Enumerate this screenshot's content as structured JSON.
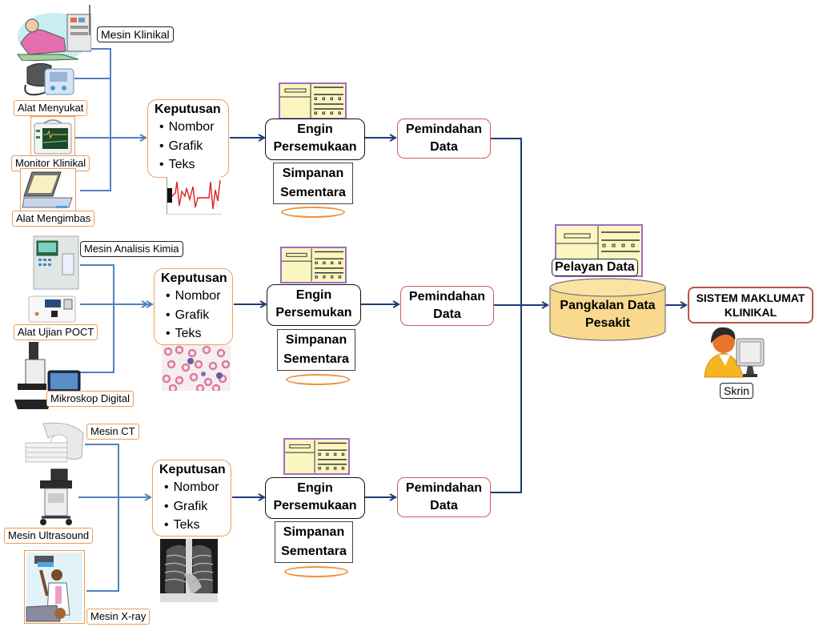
{
  "diagram": {
    "title": "",
    "colors": {
      "input_wire": "#4f81bd",
      "output_wire": "#1f3a7a",
      "orange_border": "#f09a52",
      "transfer_border": "#d05a5a",
      "system_border": "#c0504d",
      "form_fill": "#fbf6c0",
      "form_border": "#9b6fc6",
      "db_fill": "#f9d98e"
    },
    "rows": [
      {
        "devices": [
          {
            "label": "Mesin Klinikal",
            "icon": "dialysis-patient-icon"
          },
          {
            "label": "Alat Menyukat",
            "icon": "blood-pressure-monitor-icon"
          },
          {
            "label": "Monitor Klinikal",
            "icon": "patient-monitor-icon"
          },
          {
            "label": "Alat Mengimbas",
            "icon": "scanner-icon"
          }
        ],
        "decision": {
          "title": "Keputusan",
          "items": [
            "Nombor",
            "Grafik",
            "Teks"
          ],
          "thumbnail": "ecg-waveform-icon"
        },
        "engine": {
          "label_line1": "Engin",
          "label_line2": "Persemukaan"
        },
        "storage": {
          "label_line1": "Simpanan",
          "label_line2": "Sementara"
        },
        "transfer": {
          "label_line1": "Pemindahan",
          "label_line2": "Data"
        }
      },
      {
        "devices": [
          {
            "label": "Mesin Analisis Kimia",
            "icon": "chemistry-analyzer-icon"
          },
          {
            "label": "Alat Ujian POCT",
            "icon": "poct-device-icon"
          },
          {
            "label": "Mikroskop Digital",
            "icon": "digital-microscope-icon"
          }
        ],
        "decision": {
          "title": "Keputusan",
          "items": [
            "Nombor",
            "Grafik",
            "Teks"
          ],
          "thumbnail": "blood-smear-icon"
        },
        "engine": {
          "label_line1": "Engin",
          "label_line2": "Persemukan"
        },
        "storage": {
          "label_line1": "Simpanan",
          "label_line2": "Sementara"
        },
        "transfer": {
          "label_line1": "Pemindahan",
          "label_line2": "Data"
        }
      },
      {
        "devices": [
          {
            "label": "Mesin CT",
            "icon": "ct-scanner-icon"
          },
          {
            "label": "Mesin Ultrasound",
            "icon": "ultrasound-machine-icon"
          },
          {
            "label": "Mesin X-ray",
            "icon": "xray-machine-icon"
          }
        ],
        "decision": {
          "title": "Keputusan",
          "items": [
            "Nombor",
            "Grafik",
            "Teks"
          ],
          "thumbnail": "chest-xray-icon"
        },
        "engine": {
          "label_line1": "Engin",
          "label_line2": "Persemukaan"
        },
        "storage": {
          "label_line1": "Simpanan",
          "label_line2": "Sementara"
        },
        "transfer": {
          "label_line1": "Pemindahan",
          "label_line2": "Data"
        }
      }
    ],
    "server": {
      "label": "Pelayan Data"
    },
    "database": {
      "label_line1": "Pangkalan Data",
      "label_line2": "Pesakit"
    },
    "system": {
      "label_line1": "SISTEM MAKLUMAT",
      "label_line2": "KLINIKAL"
    },
    "screen": {
      "label": "Skrin",
      "icon": "user-at-computer-icon"
    }
  }
}
